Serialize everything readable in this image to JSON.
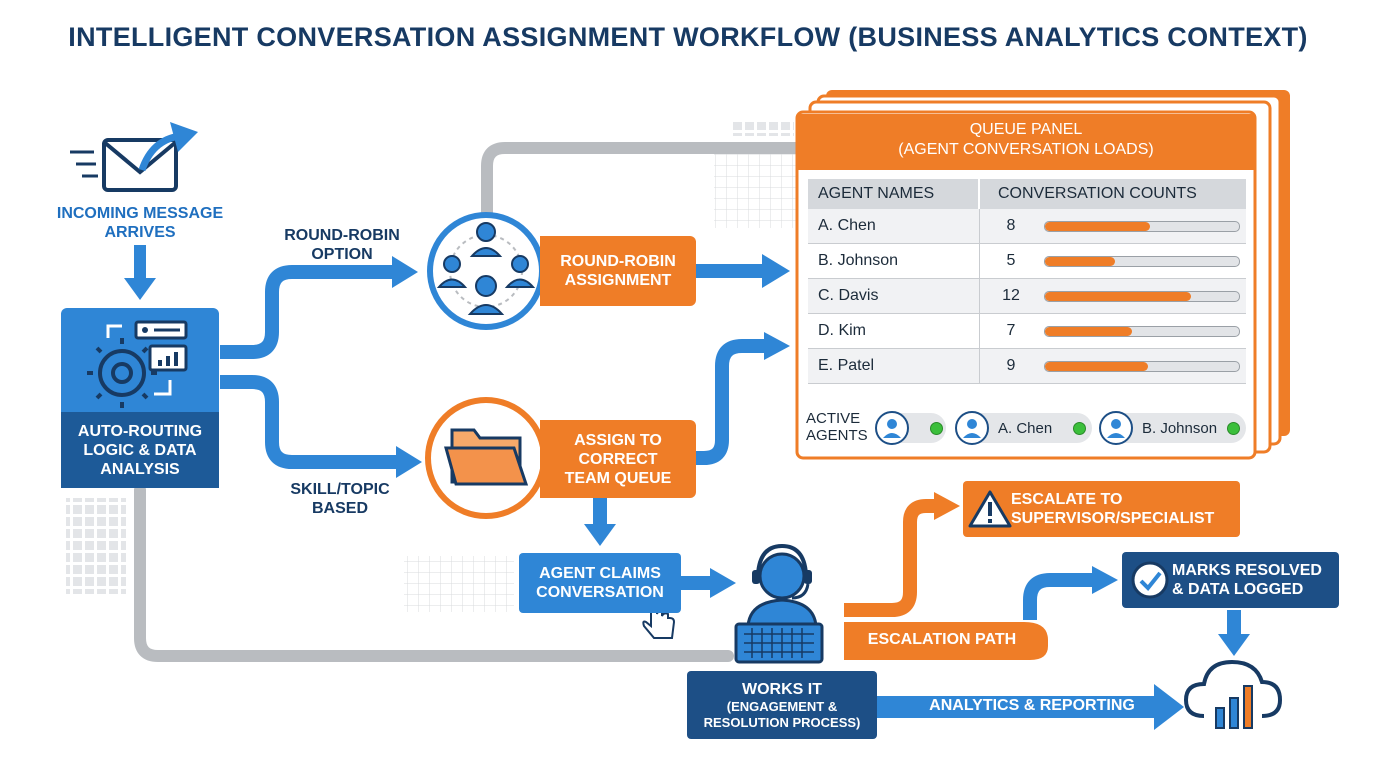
{
  "title": "INTELLIGENT CONVERSATION ASSIGNMENT WORKFLOW (BUSINESS ANALYTICS CONTEXT)",
  "incoming": {
    "line1": "INCOMING MESSAGE",
    "line2": "ARRIVES"
  },
  "autorouting": {
    "line1": "AUTO-ROUTING",
    "line2": "LOGIC & DATA",
    "line3": "ANALYSIS"
  },
  "round_robin_option": {
    "line1": "ROUND-ROBIN",
    "line2": "OPTION"
  },
  "skill_topic": {
    "line1": "SKILL/TOPIC",
    "line2": "BASED"
  },
  "round_robin_assignment": {
    "line1": "ROUND-ROBIN",
    "line2": "ASSIGNMENT"
  },
  "assign_team": {
    "line1": "ASSIGN TO",
    "line2": "CORRECT",
    "line3": "TEAM QUEUE"
  },
  "agent_claims": {
    "line1": "AGENT CLAIMS",
    "line2": "CONVERSATION"
  },
  "works_it": {
    "line1": "WORKS IT",
    "line2": "(ENGAGEMENT &",
    "line3": "RESOLUTION PROCESS)"
  },
  "escalation_path": "ESCALATION PATH",
  "escalate": {
    "line1": "ESCALATE TO",
    "line2": "SUPERVISOR/SPECIALIST"
  },
  "marks_resolved": {
    "line1": "MARKS RESOLVED",
    "line2": "& DATA LOGGED"
  },
  "analytics": "ANALYTICS & REPORTING",
  "queue_panel": {
    "title_line1": "QUEUE PANEL",
    "title_line2": "(AGENT CONVERSATION LOADS)",
    "col_agent": "AGENT NAMES",
    "col_count": "CONVERSATION COUNTS",
    "rows": [
      {
        "name": "A. Chen",
        "count": "8",
        "load": 0.54
      },
      {
        "name": "B. Johnson",
        "count": "5",
        "load": 0.36
      },
      {
        "name": "C. Davis",
        "count": "12",
        "load": 0.75
      },
      {
        "name": "D. Kim",
        "count": "7",
        "load": 0.45
      },
      {
        "name": "E. Patel",
        "count": "9",
        "load": 0.53
      }
    ],
    "active_line1": "ACTIVE",
    "active_line2": "AGENTS",
    "active_agents": [
      "A. Chen",
      "B. Johnson"
    ]
  },
  "colors": {
    "orange": "#ef7d27",
    "blue": "#2f86d6",
    "navy": "#1d4f86",
    "gray": "#b9bcc0",
    "green": "#3bbf3b"
  }
}
